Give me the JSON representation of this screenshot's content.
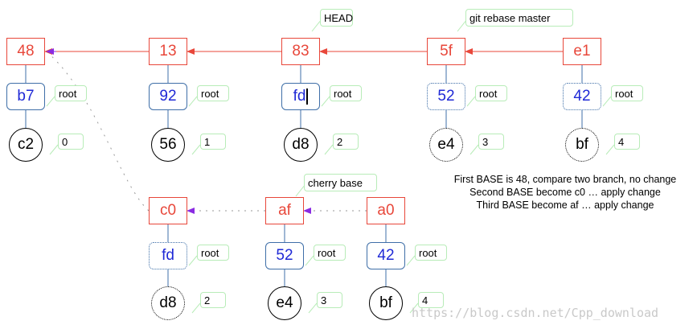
{
  "colors": {
    "commit": "#e8473a",
    "tree_text": "#1f29d6",
    "tree_border": "#3f6fa8",
    "arrow_red": "#e8473a",
    "arrow_purple": "#8a2be2",
    "callout_border": "#b8ecb8",
    "connector": "#3f6fa8"
  },
  "top_row": [
    {
      "commit": "48",
      "tree": "b7",
      "tree_tag": "root",
      "blob": "c2",
      "blob_tag": "0",
      "dotted": false
    },
    {
      "commit": "13",
      "tree": "92",
      "tree_tag": "root",
      "blob": "56",
      "blob_tag": "1",
      "dotted": false
    },
    {
      "commit": "83",
      "tree": "fd",
      "tree_tag": "root",
      "blob": "d8",
      "blob_tag": "2",
      "dotted": false,
      "label": "HEAD"
    },
    {
      "commit": "5f",
      "tree": "52",
      "tree_tag": "root",
      "blob": "e4",
      "blob_tag": "3",
      "dotted": true,
      "label": "git rebase master"
    },
    {
      "commit": "e1",
      "tree": "42",
      "tree_tag": "root",
      "blob": "bf",
      "blob_tag": "4",
      "dotted": true
    }
  ],
  "bottom_row": [
    {
      "commit": "c0",
      "tree": "fd",
      "tree_tag": "root",
      "blob": "d8",
      "blob_tag": "2",
      "dotted": true
    },
    {
      "commit": "af",
      "tree": "52",
      "tree_tag": "root",
      "blob": "e4",
      "blob_tag": "3",
      "dotted": false,
      "label": "cherry base"
    },
    {
      "commit": "a0",
      "tree": "42",
      "tree_tag": "root",
      "blob": "bf",
      "blob_tag": "4",
      "dotted": false
    }
  ],
  "notes": [
    "First BASE is 48, compare two branch, no change",
    "Second BASE become c0 … apply change",
    "Third BASE become af … apply change"
  ],
  "watermark": "https://blog.csdn.net/Cpp_download"
}
